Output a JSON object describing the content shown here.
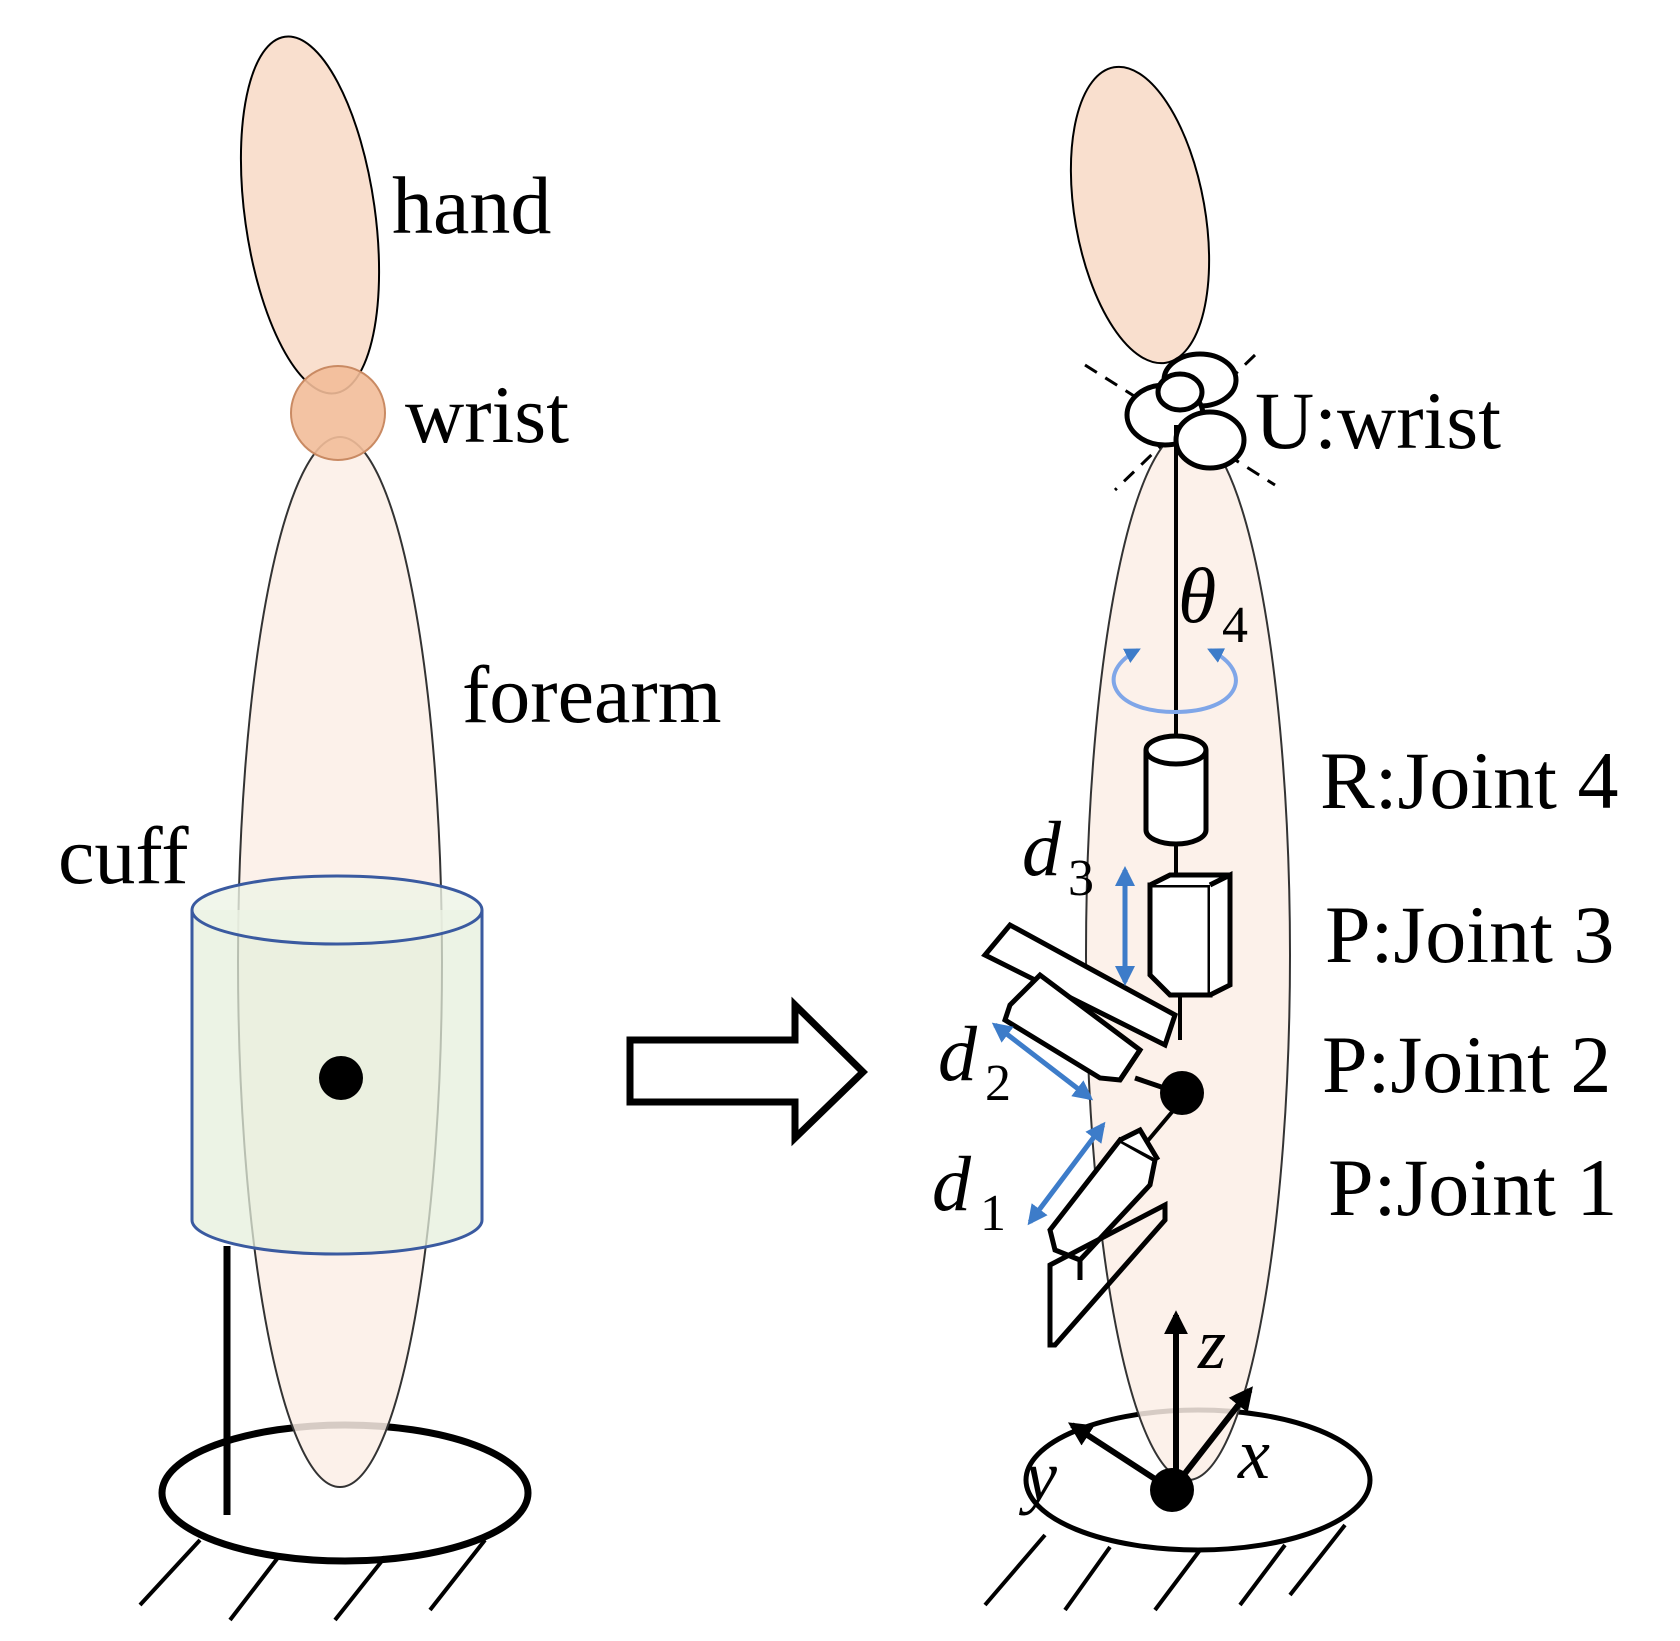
{
  "colors": {
    "skin": "#fcefe6",
    "hand_skin": "#f8d9c5",
    "wrist": "#f2bc99",
    "cuff_fill": "#e5efdc",
    "cuff_stroke": "#3a5aa0",
    "arrow_blue": "#3d7cc9"
  },
  "left": {
    "hand": "hand",
    "wrist": "wrist",
    "forearm": "forearm",
    "cuff": "cuff"
  },
  "right": {
    "wrist": "U:wrist",
    "theta": "θ",
    "theta_sub": "4",
    "joint4": "R:Joint 4",
    "joint3": "P:Joint 3",
    "joint2": "P:Joint 2",
    "joint1": "P:Joint 1",
    "d": "d",
    "d3_sub": "3",
    "d2_sub": "2",
    "d1_sub": "1",
    "axis_z": "z",
    "axis_y": "y",
    "axis_x": "x"
  }
}
